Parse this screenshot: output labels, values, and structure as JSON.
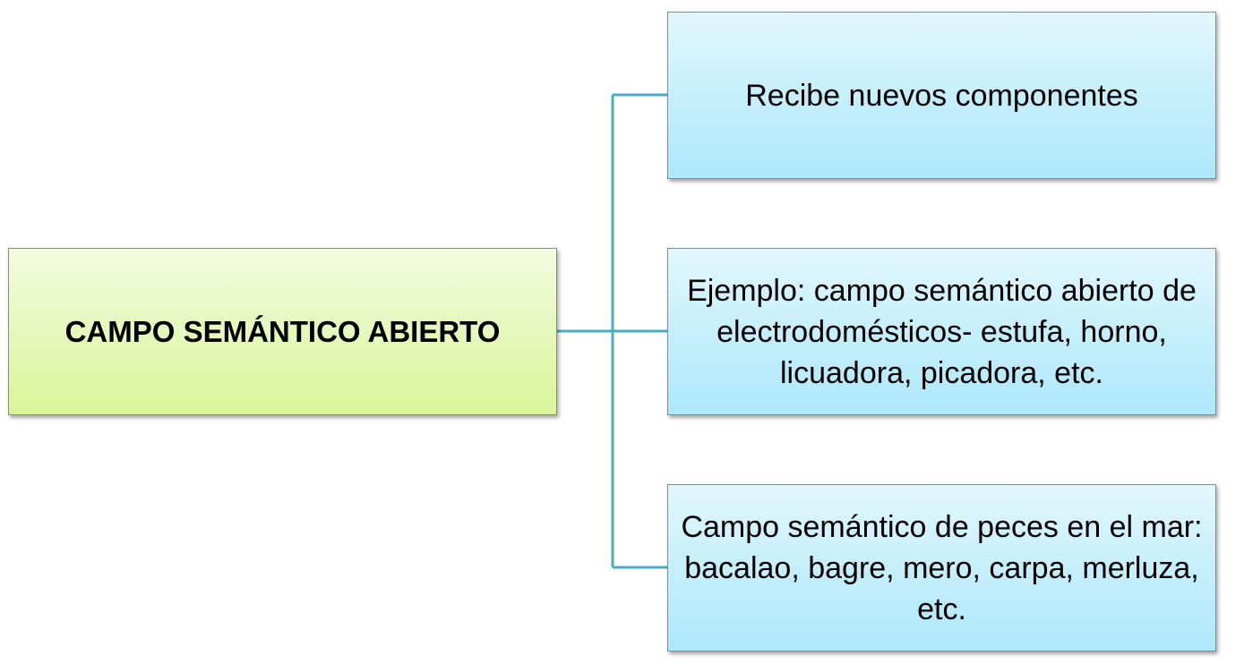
{
  "diagram": {
    "root": {
      "label": "CAMPO SEMÁNTICO ABIERTO"
    },
    "children": [
      {
        "label": "Recibe nuevos componentes"
      },
      {
        "label": "Ejemplo: campo semántico abierto de electrodomésticos- estufa, horno, licuadora, picadora, etc."
      },
      {
        "label": "Campo semántico de peces en el mar: bacalao, bagre, mero, carpa, merluza, etc."
      }
    ],
    "colors": {
      "connector": "#4bacc6",
      "root_fill": "#dff7a8",
      "child_fill": "#bfeefb"
    }
  }
}
